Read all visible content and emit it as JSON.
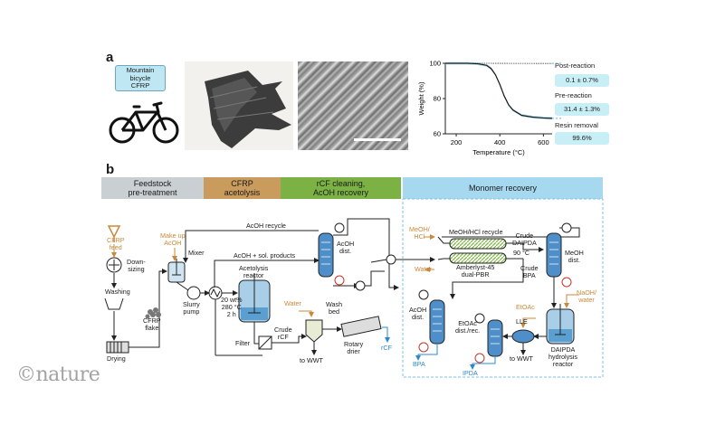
{
  "panel_a": {
    "letter": "a",
    "bike_label": [
      "Mountain",
      "bicycle",
      "CFRP"
    ],
    "chart_data": {
      "type": "line",
      "xlabel": "Temperature (°C)",
      "ylabel": "Weight (%)",
      "xlim": [
        150,
        640
      ],
      "ylim": [
        60,
        100
      ],
      "x_ticks": [
        200,
        400,
        600
      ],
      "y_ticks": [
        60,
        80,
        100
      ],
      "series": [
        {
          "name": "Post-reaction",
          "x": [
            150,
            300,
            400,
            450,
            500,
            550,
            600,
            640
          ],
          "values": [
            100,
            100,
            99.97,
            99.95,
            99.93,
            99.92,
            99.9,
            99.9
          ]
        },
        {
          "name": "Pre-reaction",
          "x": [
            150,
            250,
            300,
            340,
            360,
            380,
            400,
            420,
            440,
            460,
            500,
            550,
            600,
            640
          ],
          "values": [
            100,
            100,
            99.7,
            98.8,
            97,
            93.5,
            88,
            81.5,
            76.5,
            73.5,
            70.5,
            69.5,
            69,
            68.8
          ]
        }
      ],
      "results": [
        {
          "label": "Post-reaction",
          "value": "0.1 ± 0.7%"
        },
        {
          "label": "Pre-reaction",
          "value": "31.4 ± 1.3%"
        },
        {
          "label": "Resin removal",
          "value": "99.6%"
        }
      ]
    }
  },
  "panel_b": {
    "letter": "b",
    "stages": [
      {
        "lines": [
          "Feedstock",
          "pre-treatment"
        ],
        "color": "#c9cfd3"
      },
      {
        "lines": [
          "CFRP",
          "acetolysis"
        ],
        "color": "#c99b5d"
      },
      {
        "lines": [
          "rCF cleaning,",
          "AcOH recovery"
        ],
        "color": "#7bb243"
      },
      {
        "lines": [
          "Monomer recovery"
        ],
        "color": "#a6d8ef"
      }
    ],
    "labels": {
      "cfrp_feed": [
        "CFRP",
        "feed"
      ],
      "down_sizing": [
        "Down-",
        "sizing"
      ],
      "washing": "Washing",
      "cfrp_flake": [
        "CFRP",
        "flake"
      ],
      "drying": "Drying",
      "make_up_acoh": [
        "Make up",
        "AcOH"
      ],
      "mixer": "Mixer",
      "slurry_pump": [
        "Slurry",
        "pump"
      ],
      "acoh_recycle": "AcOH recycle",
      "acoh_sol_products": "AcOH + sol. products",
      "acetolysis_reactor": [
        "Acetolysis",
        "reactor"
      ],
      "reactor_conditions": [
        "20 wt%",
        "280 °C",
        "2 h"
      ],
      "filter": "Filter",
      "crude_rcf": [
        "Crude",
        "rCF"
      ],
      "water": "Water",
      "wash_bed": [
        "Wash",
        "bed"
      ],
      "to_wwt": "to WWT",
      "rotary_drier": [
        "Rotary",
        "drier"
      ],
      "rcf": "rCF",
      "acoh_dist": [
        "AcOH",
        "dist."
      ],
      "meoh_hcl": [
        "MeOH/",
        "HCl"
      ],
      "meoh_hcl_recycle": "MeOH/HCl recycle",
      "crude_daipda": [
        "Crude",
        "DAIPDA"
      ],
      "temp_90": "90 °C",
      "amberlyst": [
        "Amberlyst-45",
        "dual-PBR"
      ],
      "water_out": "Water",
      "crude_bpa": [
        "Crude",
        "BPA"
      ],
      "meoh_dist": [
        "MeOH",
        "dist."
      ],
      "naoh_water": [
        "NaOH/",
        "water"
      ],
      "etoac": "EtOAc",
      "acoh_dist_2": [
        "AcOH",
        "dist."
      ],
      "etoac_dist": [
        "EtOAc",
        "dist./rec."
      ],
      "lle": "LLE",
      "daipda_reactor": [
        "DAIPDA",
        "hydrolysis",
        "reactor"
      ],
      "bpa": "BPA",
      "ipda": "IPDA",
      "to_wwt_2": "to WWT"
    }
  },
  "watermark": "©nature"
}
